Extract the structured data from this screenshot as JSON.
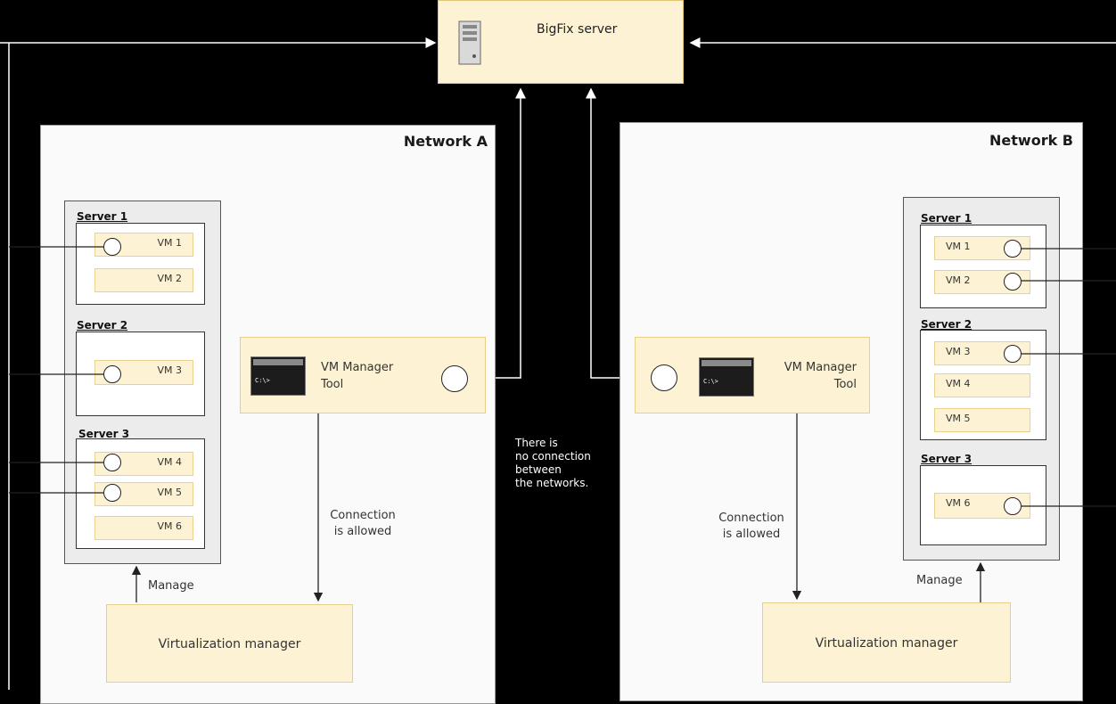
{
  "bigfix_server": {
    "label": "BigFix server"
  },
  "gap_note": {
    "lines": [
      "There is",
      "no connection",
      "between",
      "the networks."
    ]
  },
  "network_a": {
    "title": "Network A",
    "servers": [
      {
        "label": "Server 1",
        "vms": [
          "VM 1",
          "VM 2"
        ]
      },
      {
        "label": "Server 2",
        "vms": [
          "VM 3"
        ]
      },
      {
        "label": "Server 3",
        "vms": [
          "VM 4",
          "VM 5",
          "VM 6"
        ]
      }
    ],
    "tool_label": [
      "VM Manager",
      "Tool"
    ],
    "console_text": "C:\\>",
    "connection_label": [
      "Connection",
      "is allowed"
    ],
    "manage_label": "Manage",
    "virtualization_manager": "Virtualization manager"
  },
  "network_b": {
    "title": "Network B",
    "servers": [
      {
        "label": "Server 1",
        "vms": [
          "VM 1",
          "VM 2"
        ]
      },
      {
        "label": "Server 2",
        "vms": [
          "VM 3",
          "VM 4",
          "VM 5"
        ]
      },
      {
        "label": "Server 3",
        "vms": [
          "VM 6"
        ]
      }
    ],
    "tool_label": [
      "VM Manager",
      "Tool"
    ],
    "console_text": "C:\\>",
    "connection_label": [
      "Connection",
      "is allowed"
    ],
    "manage_label": "Manage",
    "virtualization_manager": "Virtualization manager"
  },
  "colors": {
    "background": "#000000",
    "box_fill": "#fdf3d4",
    "box_border": "#e6cf87",
    "network_fill": "#fafafa"
  }
}
